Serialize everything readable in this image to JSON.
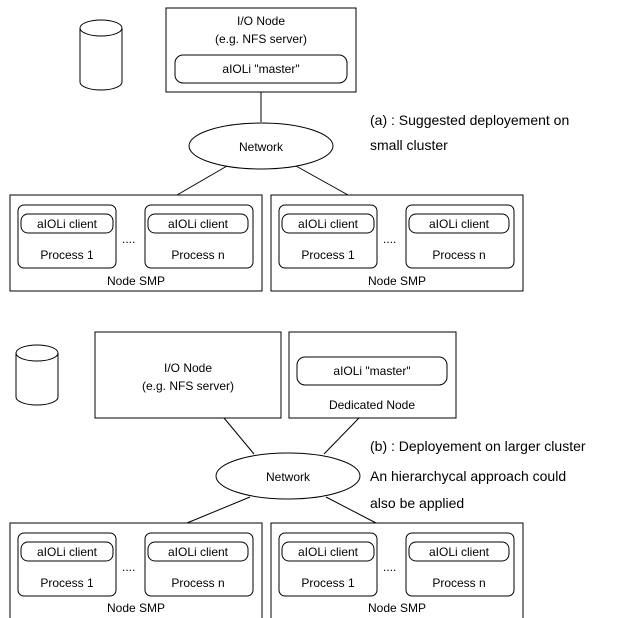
{
  "diagram_a": {
    "io_node": {
      "title": "I/O Node",
      "subtitle": "(e.g. NFS server)"
    },
    "master_label": "aIOLi \"master\"",
    "network_label": "Network",
    "caption": [
      "(a) : Suggested deployement on",
      "small cluster"
    ],
    "smp_nodes": [
      {
        "label": "Node SMP",
        "client": "aIOLi client",
        "process_first": "Process 1",
        "process_last": "Process n",
        "dots": "...."
      },
      {
        "label": "Node SMP",
        "client": "aIOLi client",
        "process_first": "Process 1",
        "process_last": "Process n",
        "dots": "...."
      }
    ]
  },
  "diagram_b": {
    "io_node": {
      "title": "I/O Node",
      "subtitle": "(e.g. NFS server)"
    },
    "dedicated_node": {
      "master_label": "aIOLi \"master\"",
      "label": "Dedicated Node"
    },
    "network_label": "Network",
    "caption": [
      "(b) : Deployement on larger cluster",
      "An hierarchycal approach could",
      "also be applied"
    ],
    "smp_nodes": [
      {
        "label": "Node SMP",
        "client": "aIOLi client",
        "process_first": "Process 1",
        "process_last": "Process n",
        "dots": "...."
      },
      {
        "label": "Node SMP",
        "client": "aIOLi client",
        "process_first": "Process 1",
        "process_last": "Process n",
        "dots": "...."
      }
    ]
  }
}
